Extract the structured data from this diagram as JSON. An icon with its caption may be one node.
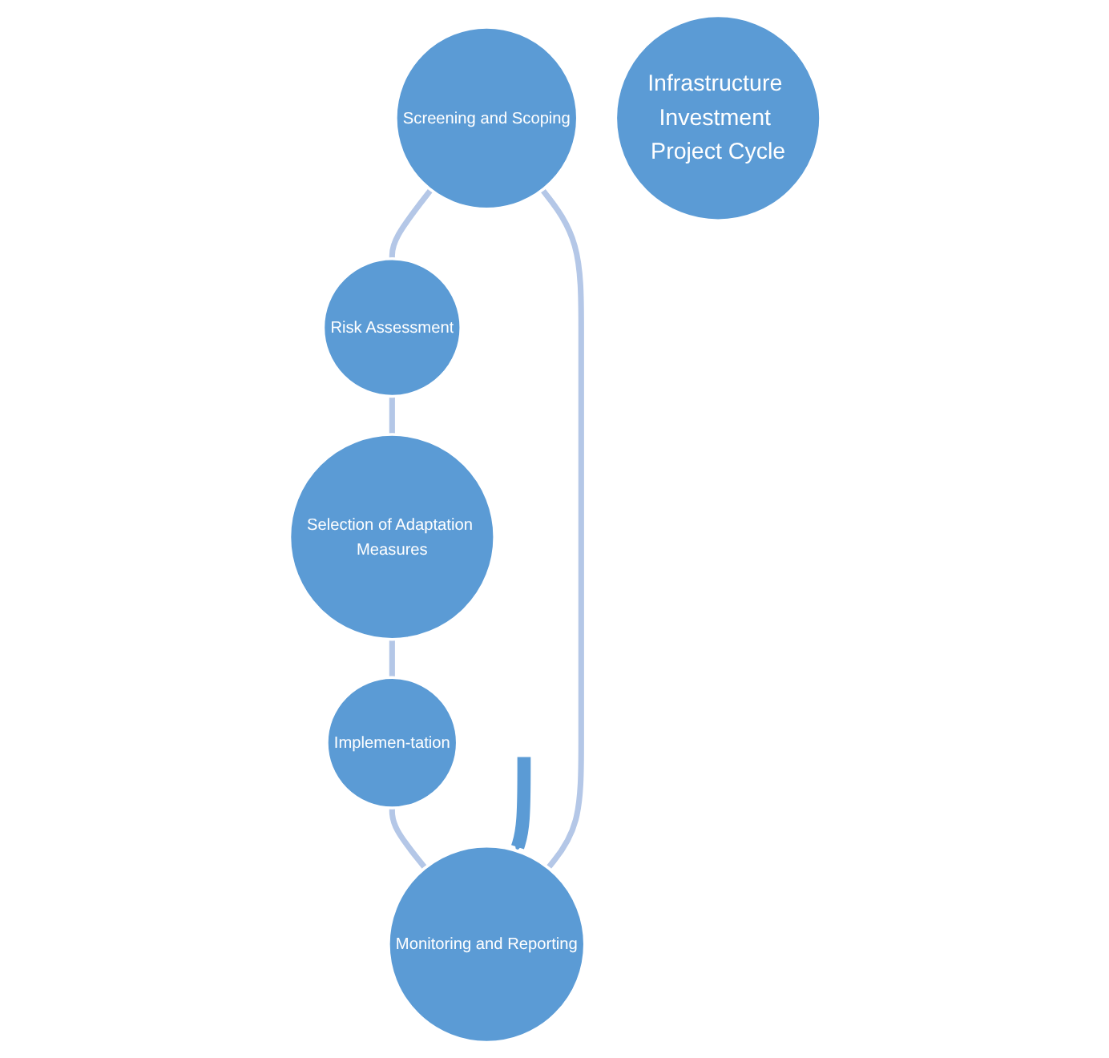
{
  "diagram": {
    "nodes": [
      {
        "text": [
          "Screening and Scoping"
        ]
      },
      {
        "text": [
          "Risk Assessment"
        ]
      },
      {
        "text": [
          "Selection of Adaptation Measures"
        ]
      },
      {
        "text": [
          "Implemen-tation"
        ]
      },
      {
        "text": [
          "Monitoring and Reporting"
        ]
      },
      {
        "text": [
          "Infrastructure Investment Project Cycle"
        ]
      }
    ],
    "edges": [
      {
        "from": 0,
        "to": 1,
        "arrow": "none"
      },
      {
        "from": 1,
        "to": 2,
        "arrow": "none"
      },
      {
        "from": 2,
        "to": 3,
        "arrow": "none"
      },
      {
        "from": 3,
        "to": 4,
        "arrow": "none"
      },
      {
        "from": 4,
        "to": 0,
        "arrow": "none"
      },
      {
        "from": null,
        "to": 4,
        "arrow": "to",
        "style": "thick",
        "color": "#5b9bd5"
      }
    ]
  }
}
